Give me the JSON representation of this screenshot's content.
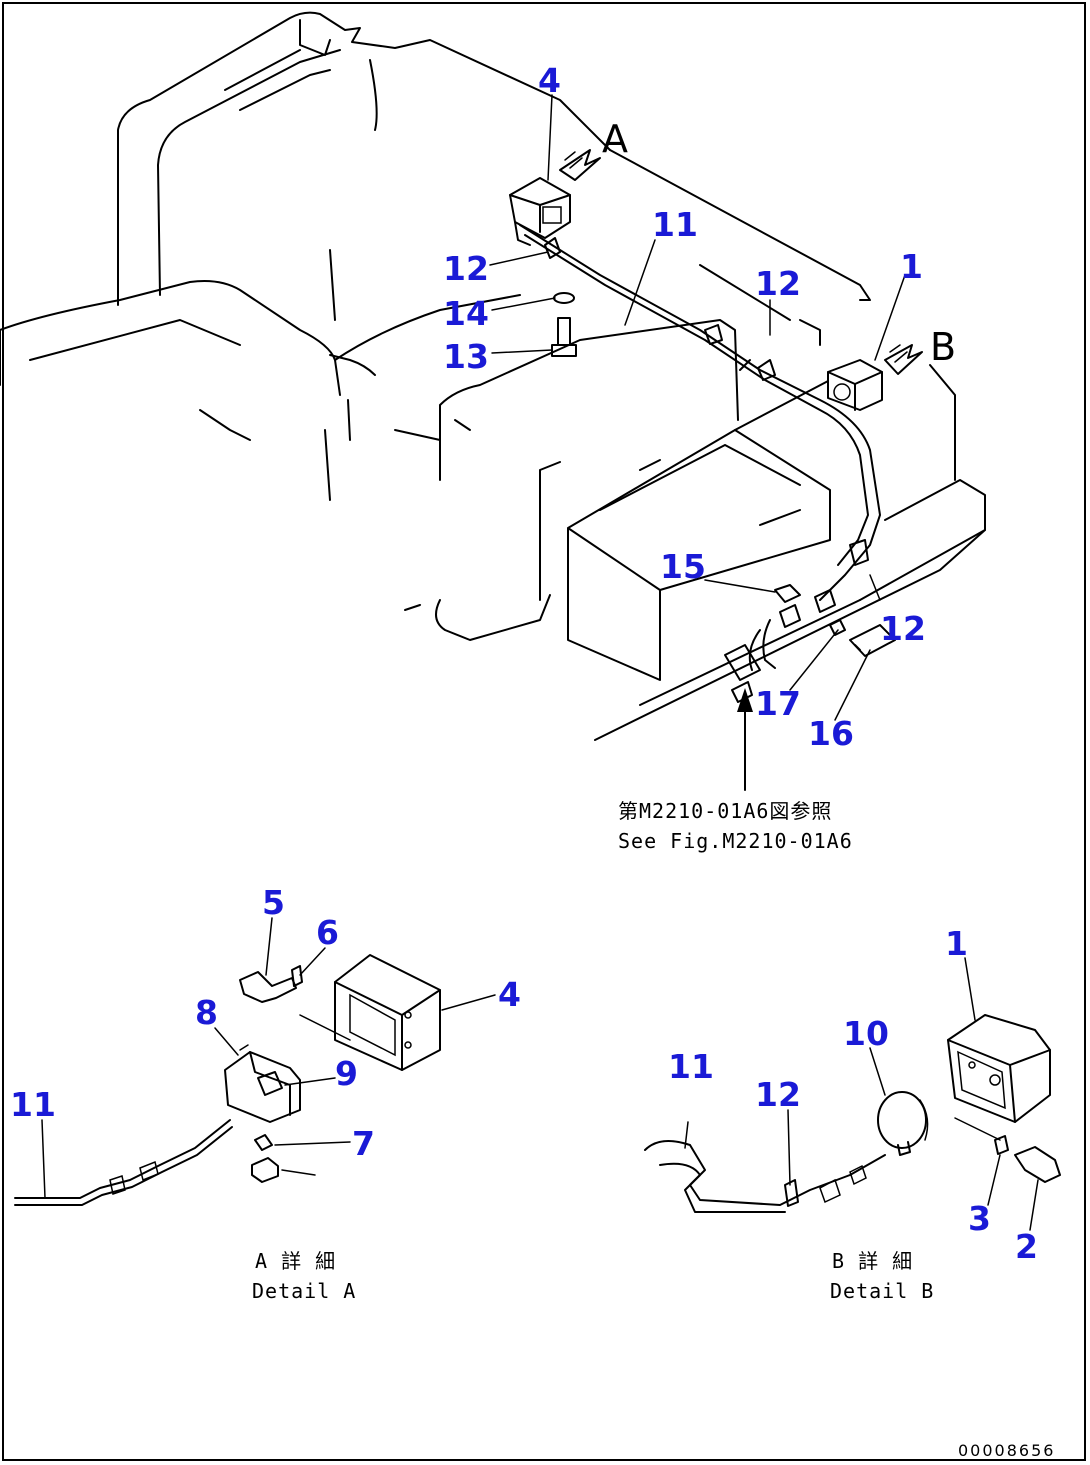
{
  "callouts": {
    "top": [
      {
        "id": "c1",
        "label": "1"
      },
      {
        "id": "c4",
        "label": "4"
      },
      {
        "id": "c11",
        "label": "11"
      },
      {
        "id": "c12a",
        "label": "12"
      },
      {
        "id": "c12b",
        "label": "12"
      },
      {
        "id": "c12c",
        "label": "12"
      },
      {
        "id": "c13",
        "label": "13"
      },
      {
        "id": "c14",
        "label": "14"
      },
      {
        "id": "c15",
        "label": "15"
      },
      {
        "id": "c16",
        "label": "16"
      },
      {
        "id": "c17",
        "label": "17"
      }
    ],
    "detail_a": [
      {
        "id": "a4",
        "label": "4"
      },
      {
        "id": "a5",
        "label": "5"
      },
      {
        "id": "a6",
        "label": "6"
      },
      {
        "id": "a7",
        "label": "7"
      },
      {
        "id": "a8",
        "label": "8"
      },
      {
        "id": "a9",
        "label": "9"
      },
      {
        "id": "a11",
        "label": "11"
      }
    ],
    "detail_b": [
      {
        "id": "b1",
        "label": "1"
      },
      {
        "id": "b2",
        "label": "2"
      },
      {
        "id": "b3",
        "label": "3"
      },
      {
        "id": "b10",
        "label": "10"
      },
      {
        "id": "b11",
        "label": "11"
      },
      {
        "id": "b12",
        "label": "12"
      }
    ]
  },
  "view_letters": {
    "a": "A",
    "b": "B"
  },
  "reference_note": {
    "jp": "第M2210-01A6図参照",
    "en": "See Fig.M2210-01A6"
  },
  "detail_a_caption": {
    "jp": "A 詳 細",
    "en": "Detail A"
  },
  "detail_b_caption": {
    "jp": "B 詳 細",
    "en": "Detail B"
  },
  "drawing_number": "00008656",
  "colors": {
    "callout": "#1a1ad6",
    "line": "#000000"
  }
}
